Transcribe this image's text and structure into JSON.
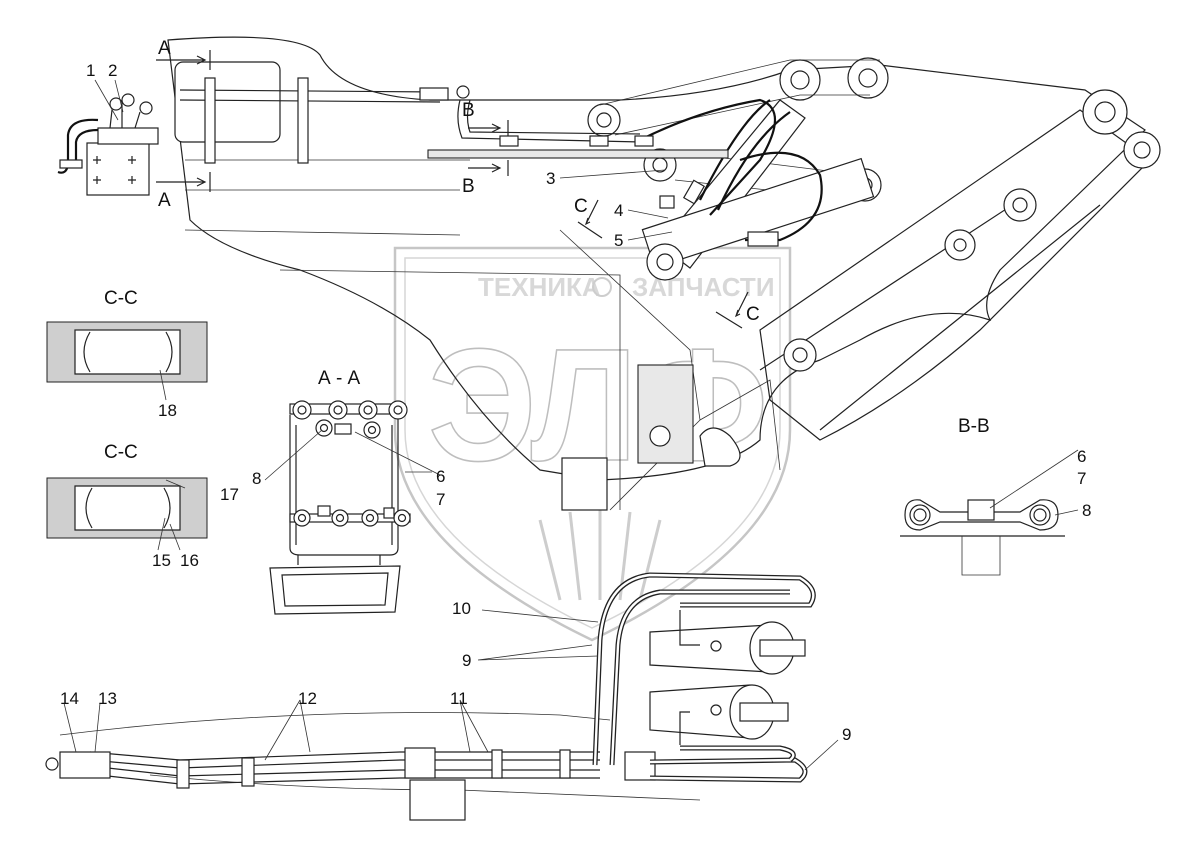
{
  "watermark": {
    "brand_left": "ТЕХНИКА",
    "brand_right": "ЗАПЧАСТИ",
    "big_letters": "ЭЛФ"
  },
  "section_titles": {
    "aa": "А - А",
    "bb": "В-В",
    "cc_top": "С-С",
    "cc_bottom": "С-С"
  },
  "cut_markers": {
    "a": "А",
    "b": "В",
    "c": "С"
  },
  "callouts": {
    "n1": "1",
    "n2": "2",
    "n3": "3",
    "n4": "4",
    "n5": "5",
    "n6": "6",
    "n7": "7",
    "n8": "8",
    "n9": "9",
    "n10": "10",
    "n11": "11",
    "n12": "12",
    "n13": "13",
    "n14": "14",
    "n15": "15",
    "n16": "16",
    "n17": "17",
    "n18": "18"
  }
}
